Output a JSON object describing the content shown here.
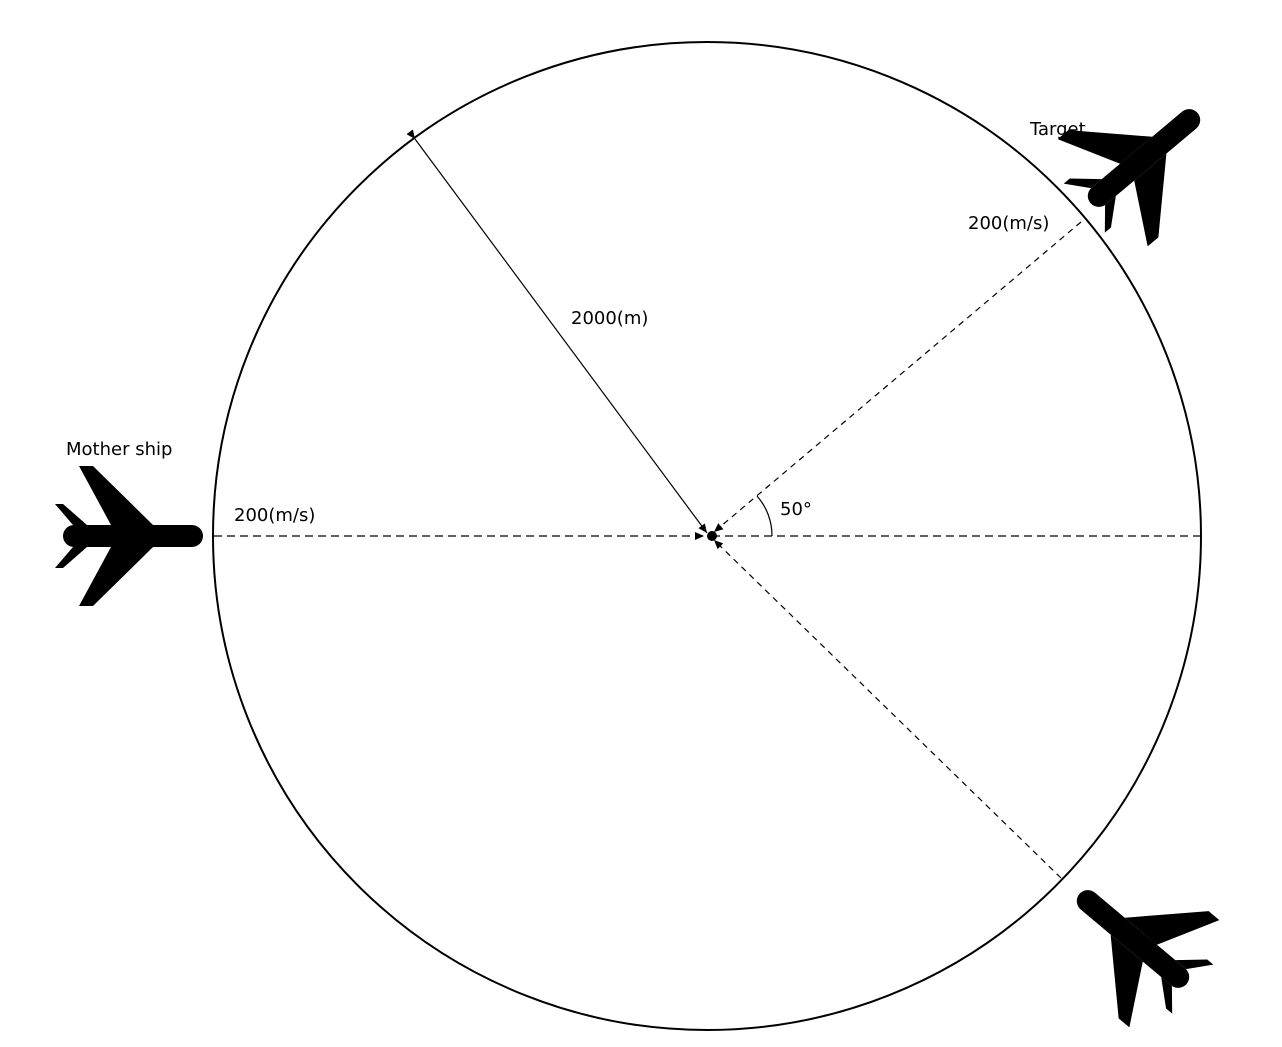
{
  "labels": {
    "mother_ship": "Mother ship",
    "target": "Target",
    "mother_speed": "200(m/s)",
    "target_speed": "200(m/s)",
    "radius": "2000(m)",
    "angle": "50°"
  },
  "colors": {
    "line": "#000000",
    "background": "#ffffff"
  },
  "icons": [
    "airplane-icon",
    "airplane-icon",
    "airplane-icon"
  ]
}
